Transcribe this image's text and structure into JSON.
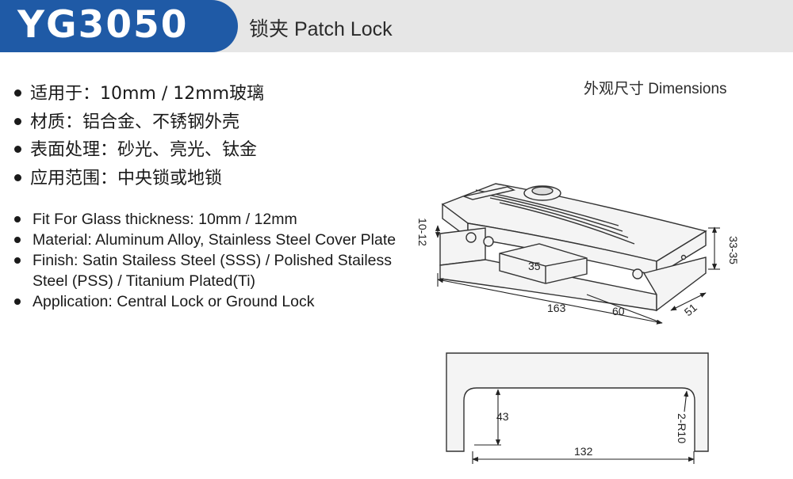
{
  "header": {
    "model_code": "YG3050",
    "product_title": "锁夹 Patch Lock"
  },
  "dimensions_caption": "外观尺寸 Dimensions",
  "features_cn": [
    "适用于：10mm / 12mm玻璃",
    "材质：铝合金、不锈钢外壳",
    "表面处理：砂光、亮光、钛金",
    "应用范围：中央锁或地锁"
  ],
  "features_en": [
    "Fit For Glass thickness: 10mm / 12mm",
    "Material: Aluminum Alloy, Stainless Steel Cover Plate",
    "Finish: Satin Stailess Steel (SSS) / Polished Stailess Steel (PSS) / Titanium Plated(Ti)",
    "Application: Central Lock or Ground Lock"
  ],
  "drawing": {
    "label_height": "10-12",
    "label_total_height": "33-35",
    "label_inner": "35",
    "label_length": "163",
    "label_slot": "60",
    "label_width": "51",
    "label_depth": "43",
    "label_radius": "2-R10",
    "label_opening": "132"
  },
  "colors": {
    "header_accent": "#1f5aa6",
    "header_bar": "#e6e6e6"
  }
}
